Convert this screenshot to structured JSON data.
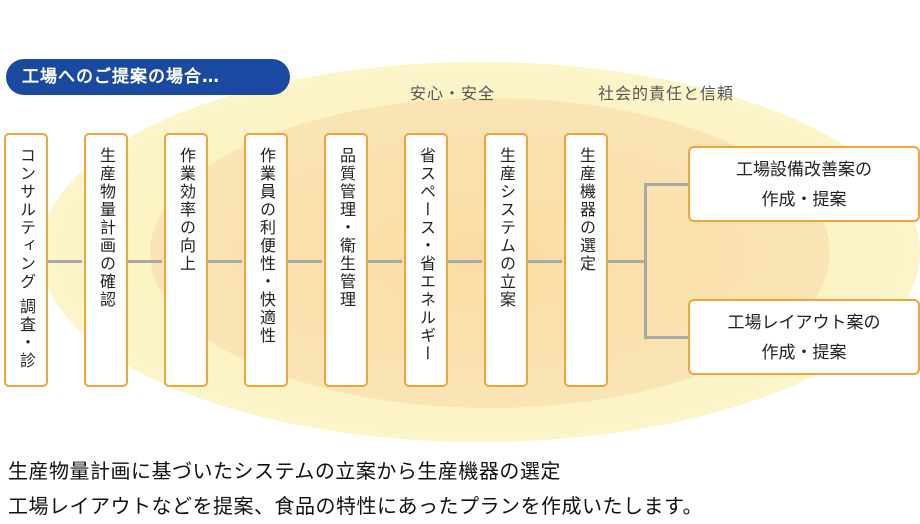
{
  "case_label": "工場へのご提案の場合…",
  "ring_labels": {
    "safety": "安心・安全",
    "social": "社会的責任と信頼"
  },
  "steps": [
    "コンサルティング 調査・診断",
    "生産物量計画の確認",
    "作業効率の向上",
    "作業員の利便性・快適性",
    "品質管理・衛生管理",
    "省スペース・省エネルギー",
    "生産システムの立案",
    "生産機器の選定"
  ],
  "results": [
    {
      "line1": "工場設備改善案の",
      "line2": "作成・提案"
    },
    {
      "line1": "工場レイアウト案の",
      "line2": "作成・提案"
    }
  ],
  "description": [
    "生産物量計画に基づいたシステムの立案から生産機器の選定",
    "工場レイアウトなどを提案、食品の特性にあったプランを作成いたします。"
  ],
  "colors": {
    "pill": "#1a4aa0",
    "box_border": "#f0a53c",
    "outer_ring": "#fcf4c6",
    "inner_ring": "#fae3b1",
    "connector": "#a9a9a9"
  }
}
